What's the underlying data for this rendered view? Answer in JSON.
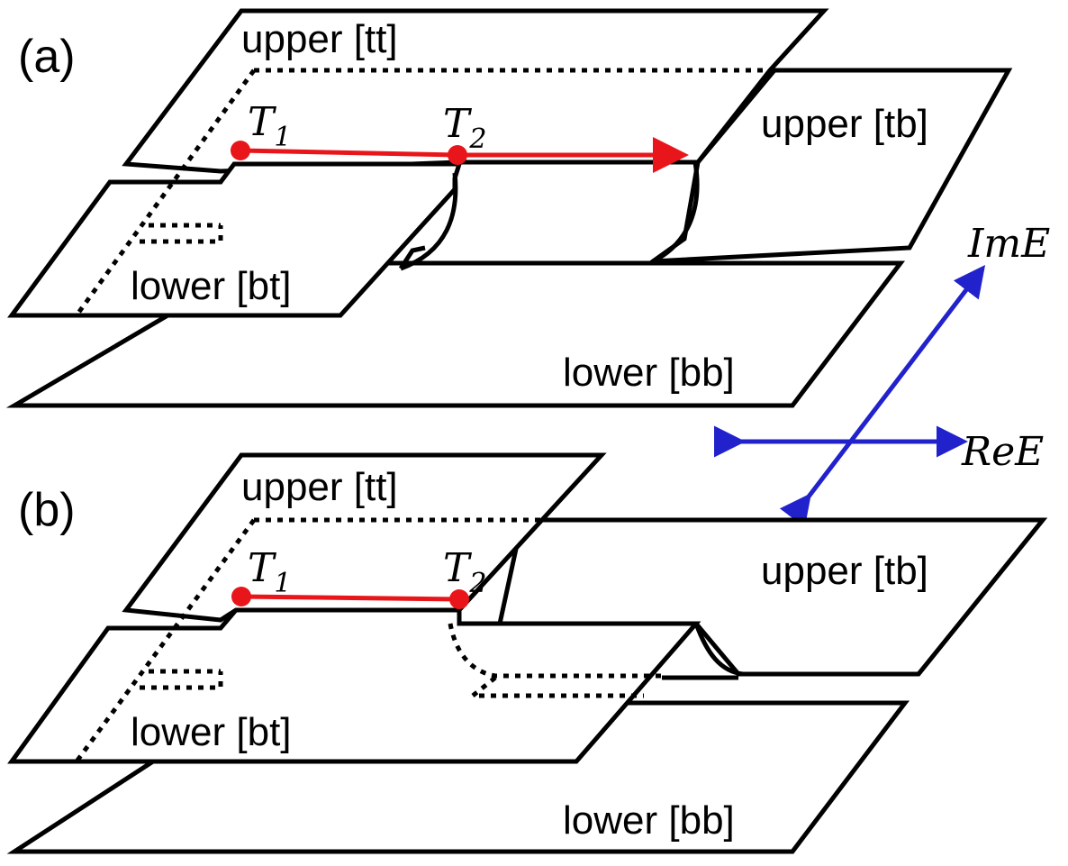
{
  "panels": [
    {
      "id": "a",
      "label": "(a)",
      "sheets": {
        "upper_tt": "upper [tt]",
        "upper_tb": "upper [tb]",
        "lower_bt": "lower [bt]",
        "lower_bb": "lower [bb]"
      },
      "points": {
        "t1": {
          "main": "T",
          "sub": "1"
        },
        "t2": {
          "main": "T",
          "sub": "2"
        }
      }
    },
    {
      "id": "b",
      "label": "(b)",
      "sheets": {
        "upper_tt": "upper [tt]",
        "upper_tb": "upper [tb]",
        "lower_bt": "lower [bt]",
        "lower_bb": "lower [bb]"
      },
      "points": {
        "t1": {
          "main": "T",
          "sub": "1"
        },
        "t2": {
          "main": "T",
          "sub": "2"
        }
      }
    }
  ],
  "axes": {
    "im": "ImE",
    "re": "ReE"
  },
  "colors": {
    "path": "#e8161a",
    "axes": "#2222cc",
    "outline": "#000000"
  }
}
